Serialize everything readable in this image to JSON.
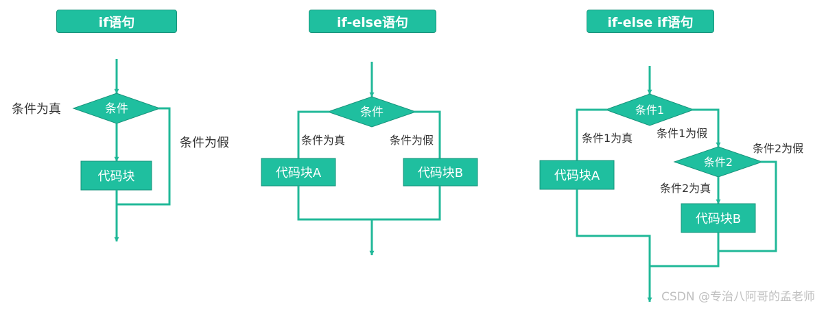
{
  "colors": {
    "accent": "#1fbf9f",
    "accent_border": "#17937b",
    "line": "#20b898",
    "label_text": "#333333"
  },
  "if": {
    "title": "if语句",
    "condition": "条件",
    "true_label": "条件为真",
    "false_label": "条件为假",
    "block": "代码块"
  },
  "if_else": {
    "title": "if-else语句",
    "condition": "条件",
    "true_label": "条件为真",
    "false_label": "条件为假",
    "block_a": "代码块A",
    "block_b": "代码块B"
  },
  "if_else_if": {
    "title": "if-else if语句",
    "condition1": "条件1",
    "condition2": "条件2",
    "c1_true": "条件1为真",
    "c1_false": "条件1为假",
    "c2_true": "条件2为真",
    "c2_false": "条件2为假",
    "block_a": "代码块A",
    "block_b": "代码块B"
  },
  "watermark": "CSDN @专治八阿哥的孟老师"
}
